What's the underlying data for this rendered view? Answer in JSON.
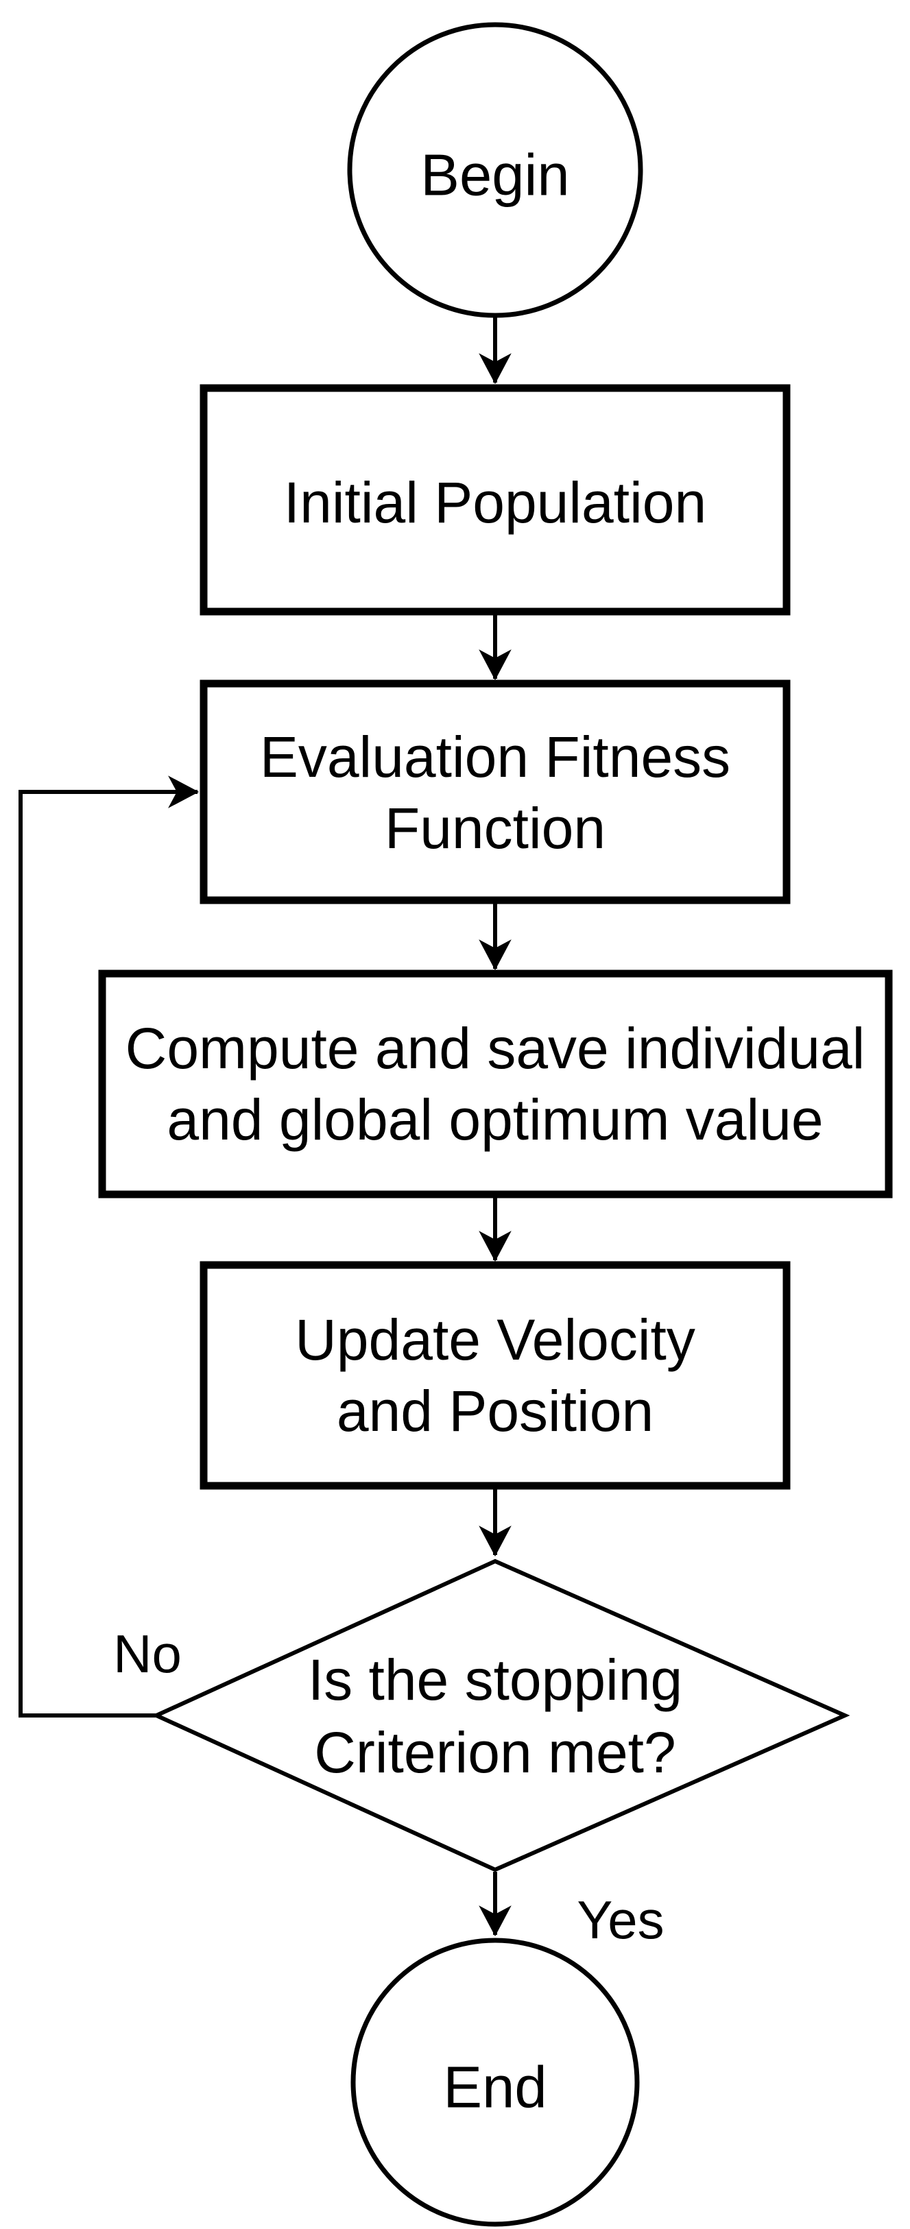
{
  "nodes": {
    "begin": {
      "label": "Begin"
    },
    "initial_population": {
      "lines": [
        "Initial Population"
      ]
    },
    "evaluation": {
      "lines": [
        "Evaluation Fitness",
        "Function"
      ]
    },
    "compute": {
      "lines": [
        "Compute and save individual",
        "and global optimum value"
      ]
    },
    "update": {
      "lines": [
        "Update Velocity",
        "and Position"
      ]
    },
    "decision": {
      "lines": [
        "Is the stopping",
        "Criterion met?"
      ]
    },
    "end": {
      "label": "End"
    }
  },
  "edges": {
    "no_label": "No",
    "yes_label": "Yes"
  },
  "colors": {
    "stroke": "#000000",
    "background": "#ffffff"
  }
}
